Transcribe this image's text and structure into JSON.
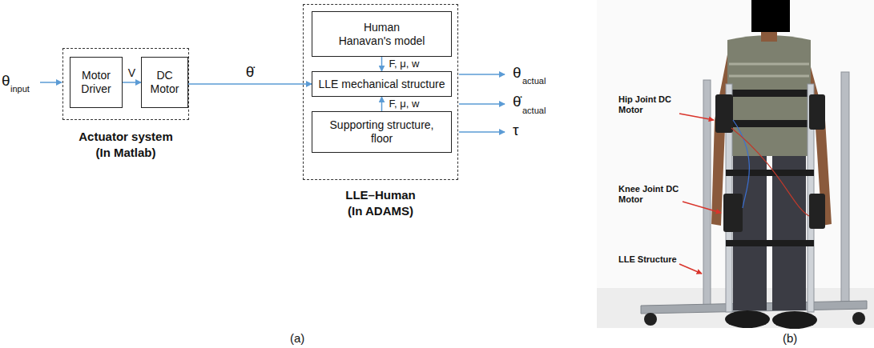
{
  "diagram": {
    "nodes": [
      {
        "text": [
          "Actuator system (In Matlab)"
        ]
      },
      {
        "text": [
          "Motor Driver"
        ],
        "in": 0
      },
      {
        "text": [
          "DC Motor"
        ],
        "in": 0
      },
      {
        "text": [
          "LLE–Human (In ADAMS)"
        ]
      },
      {
        "text": [
          "Human Hanavan's model"
        ],
        "in": 3
      },
      {
        "text": [
          "LLE mechanical structure"
        ],
        "in": 3
      },
      {
        "text": [
          "Supporting structure, floor"
        ],
        "in": 3
      }
    ],
    "edges": [
      {
        "from": 1,
        "to": 2,
        "label": "V",
        "arrow": "to"
      },
      {
        "from": 2,
        "to": 5,
        "label": "θ̇",
        "arrow": "to"
      },
      {
        "from": 4,
        "to": 5,
        "label": "F, μ, w",
        "arrow": "to"
      },
      {
        "from": 6,
        "to": 5,
        "label": "F, μ, w",
        "arrow": "to"
      }
    ],
    "labels": [
      "θ",
      "input",
      "θ",
      "actual",
      "θ̇",
      "actual",
      "τ",
      "Hip Joint DC Motor",
      "Knee Joint DC Motor",
      "LLE Structure",
      "(a)",
      "(b)"
    ]
  }
}
